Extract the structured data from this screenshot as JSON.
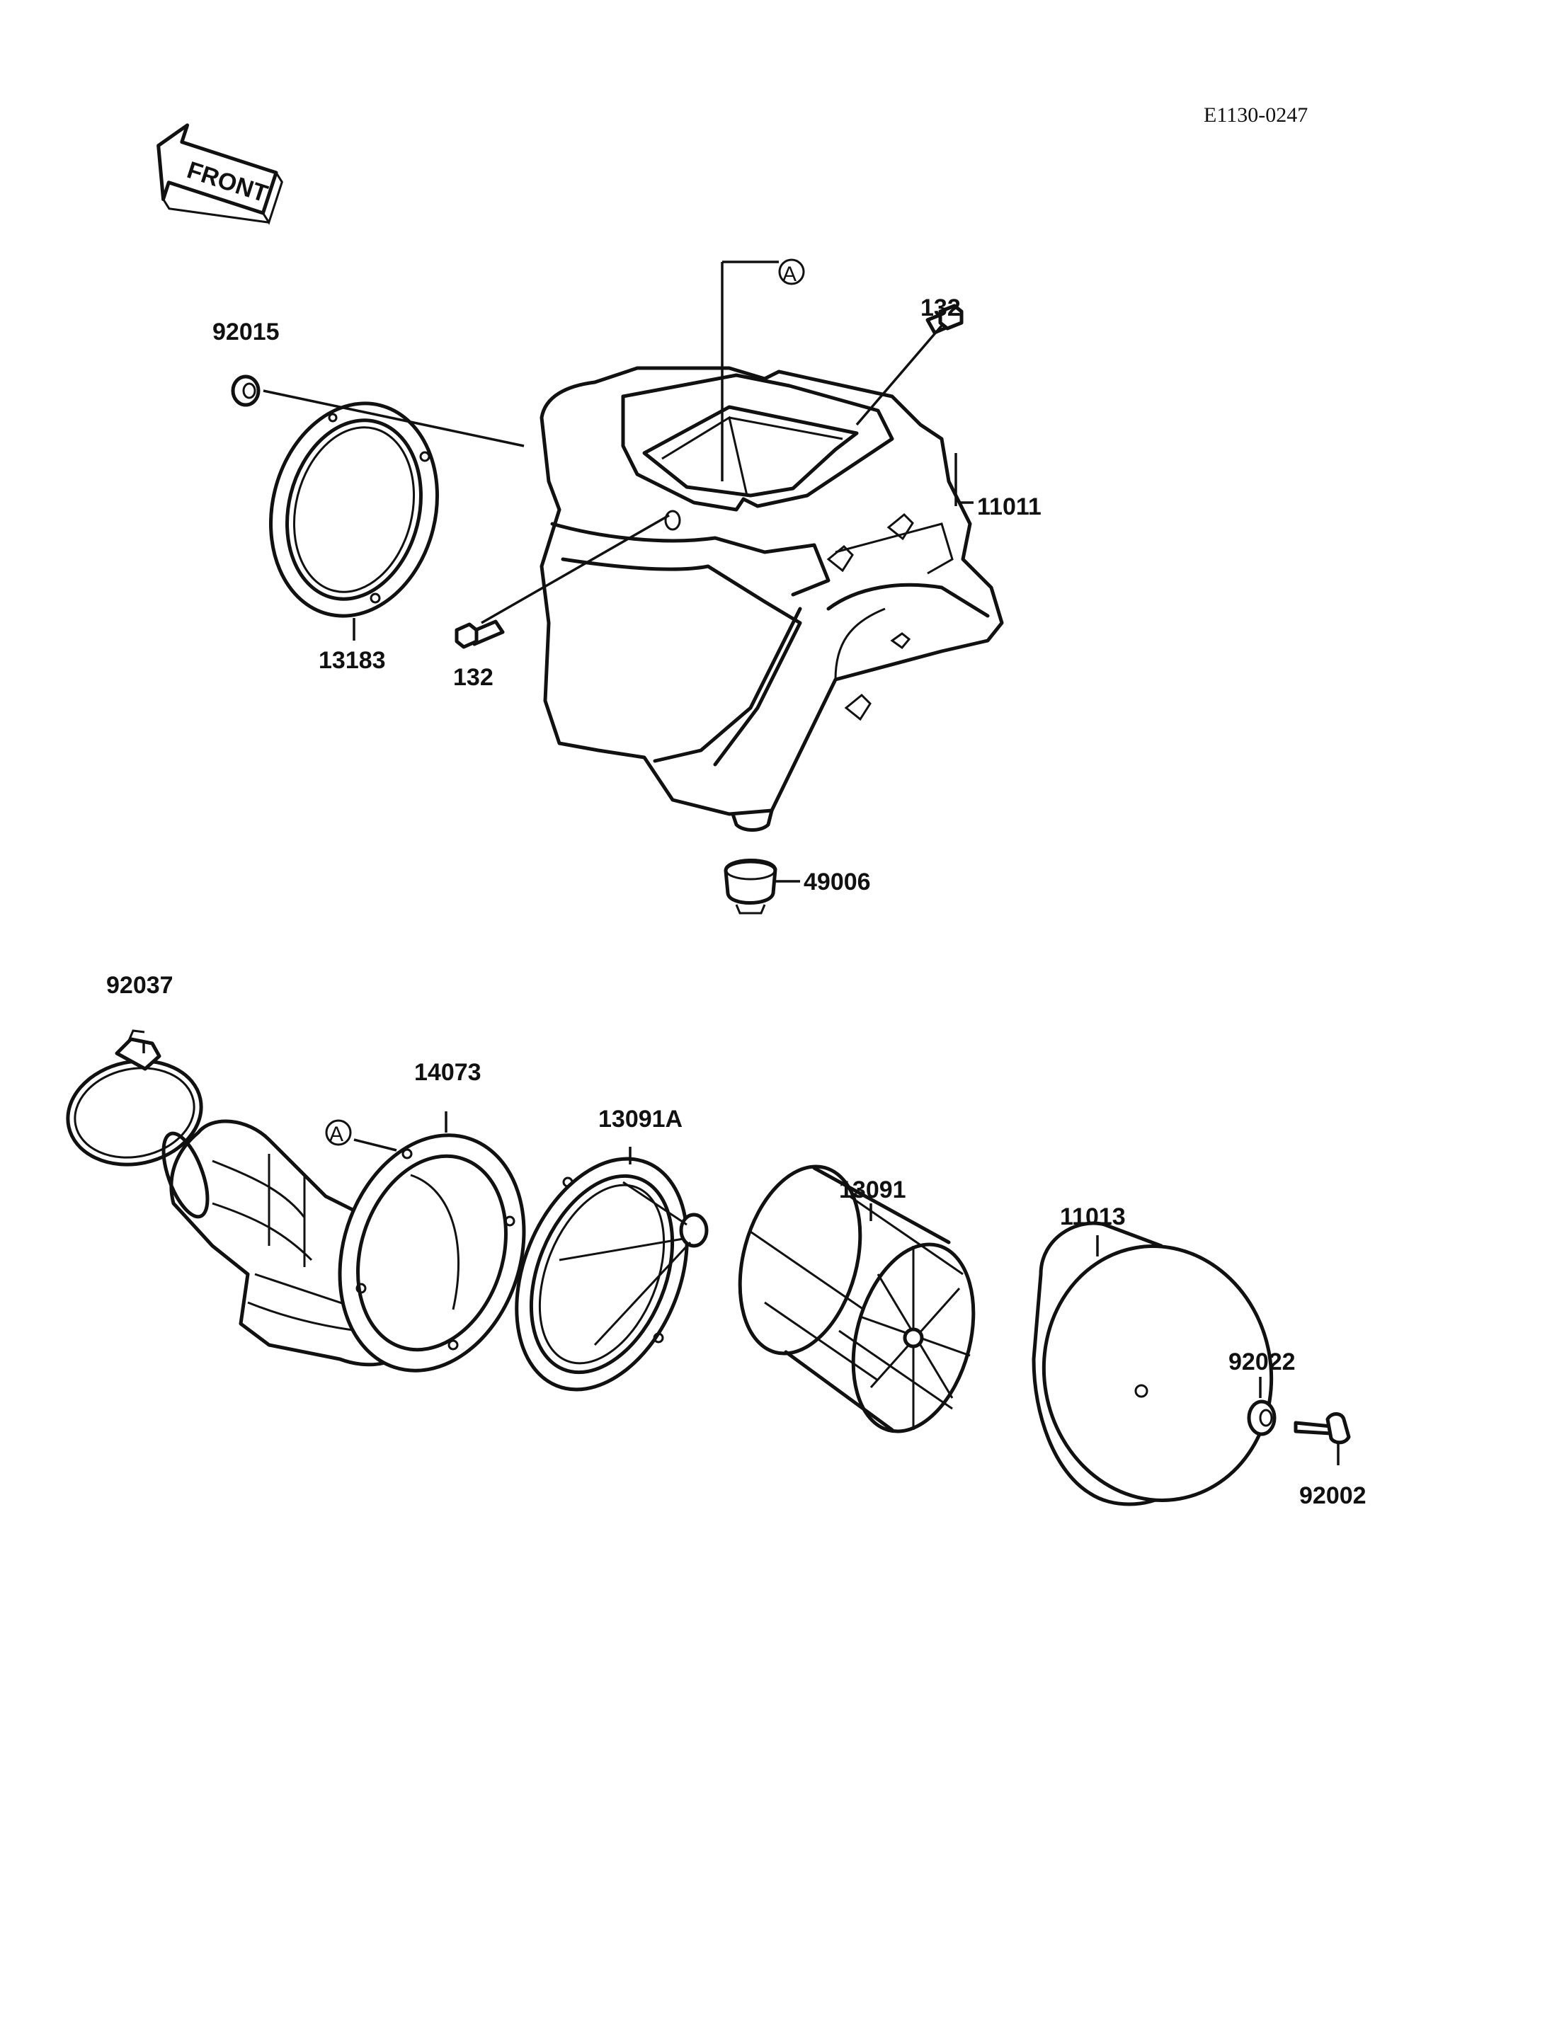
{
  "diagram_code": "E1130-0247",
  "direction_arrow": "FRONT",
  "reference_marker": "A",
  "parts": {
    "p92015": "92015",
    "p13183": "13183",
    "p132_top": "132",
    "p132_mid": "132",
    "p11011": "11011",
    "p49006": "49006",
    "p92037": "92037",
    "p14073": "14073",
    "p13091A": "13091A",
    "p13091": "13091",
    "p11013": "11013",
    "p92022": "92022",
    "p92002": "92002"
  }
}
